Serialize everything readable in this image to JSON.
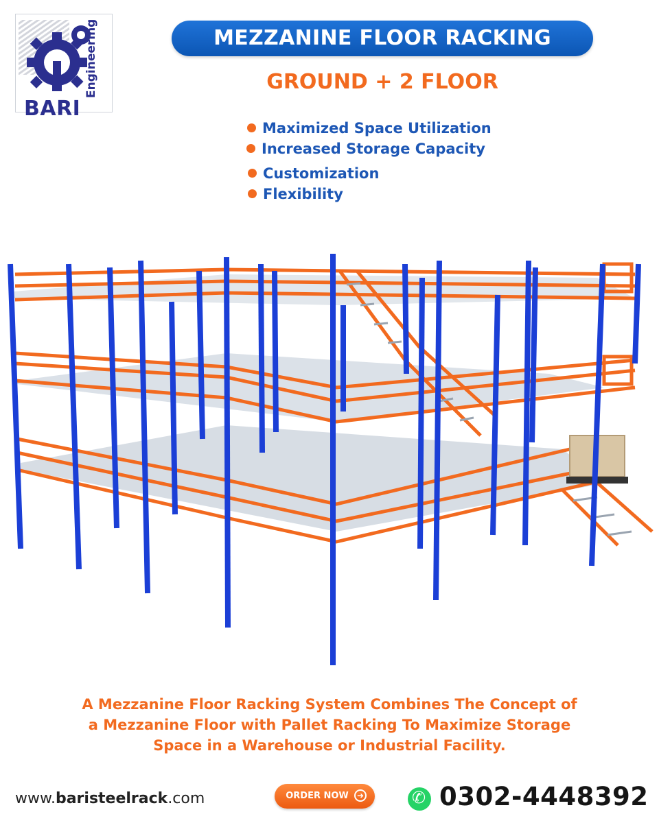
{
  "brand": {
    "name": "BARI",
    "tagline": "Engineering",
    "logo_icon": "gear-icon",
    "colors": {
      "primary": "#2b2f8f",
      "accent": "#f26a1f",
      "title_bg": "#0c56b4"
    }
  },
  "header": {
    "title": "MEZZANINE FLOOR RACKING",
    "subtitle": "GROUND + 2 FLOOR"
  },
  "features": [
    {
      "label": "Maximized Space Utilization"
    },
    {
      "label": "Increased Storage Capacity"
    },
    {
      "label": "Customization"
    },
    {
      "label": "Flexibility"
    }
  ],
  "illustration": {
    "icon": "mezzanine-rack-illustration"
  },
  "description": {
    "line1": "A Mezzanine Floor Racking System Combines The Concept of",
    "line2": "a Mezzanine Floor with Pallet Racking To Maximize Storage",
    "line3": "Space in a Warehouse or Industrial Facility."
  },
  "footer": {
    "url_prefix": "www.",
    "url_bold": "baristeelrack",
    "url_suffix": ".com",
    "order_label": "ORDER NOW",
    "order_icon": "arrow-right-circle-icon",
    "whatsapp_icon": "whatsapp-icon",
    "phone": "0302-4448392"
  }
}
